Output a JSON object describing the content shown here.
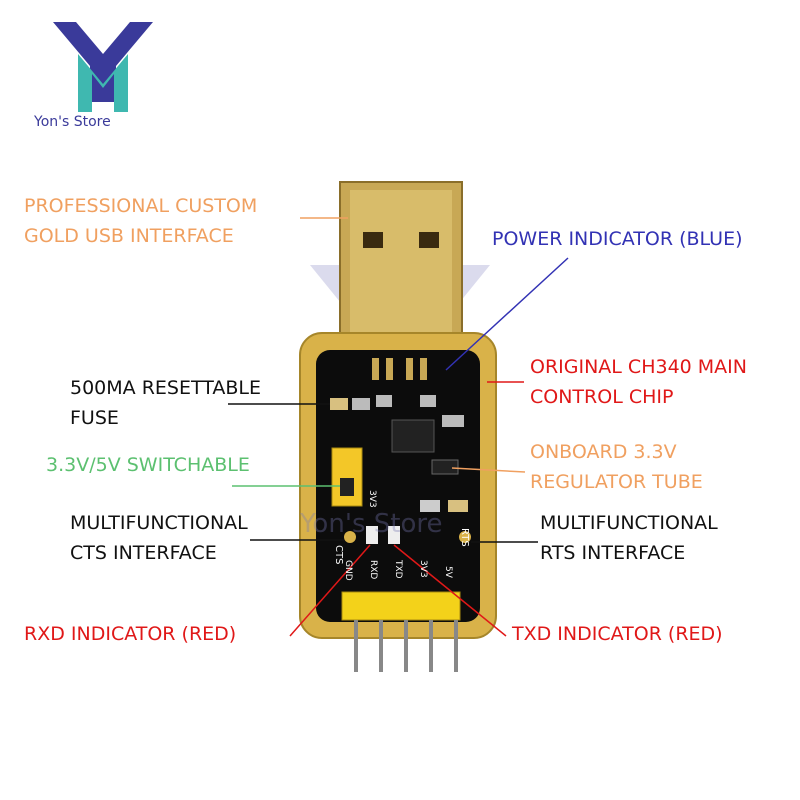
{
  "brand": {
    "name": "Yon's Store",
    "watermark": "Yon's Store"
  },
  "colors": {
    "orange": "#f0a060",
    "blue": "#3232b4",
    "red": "#e01818",
    "green": "#5cc070",
    "black": "#111111"
  },
  "labels": {
    "usb_line1": "PROFESSIONAL CUSTOM",
    "usb_line2": "GOLD USB INTERFACE",
    "power": "POWER INDICATOR (BLUE)",
    "chip_line1": "ORIGINAL CH340 MAIN",
    "chip_line2": "CONTROL CHIP",
    "fuse_line1": "500MA RESETTABLE",
    "fuse_line2": "FUSE",
    "switch": "3.3V/5V SWITCHABLE",
    "reg_line1": "ONBOARD 3.3V",
    "reg_line2": "REGULATOR TUBE",
    "cts_line1": "MULTIFUNCTIONAL",
    "cts_line2": "CTS INTERFACE",
    "rts_line1": "MULTIFUNCTIONAL",
    "rts_line2": "RTS INTERFACE",
    "rxd": "RXD INDICATOR (RED)",
    "txd": "TXD INDICATOR (RED)"
  },
  "silkscreen": {
    "cts": "CTS",
    "rts": "RTS",
    "jumper": "3V3",
    "pins": [
      "GND",
      "RXD",
      "TXD",
      "3V3",
      "5V"
    ]
  }
}
